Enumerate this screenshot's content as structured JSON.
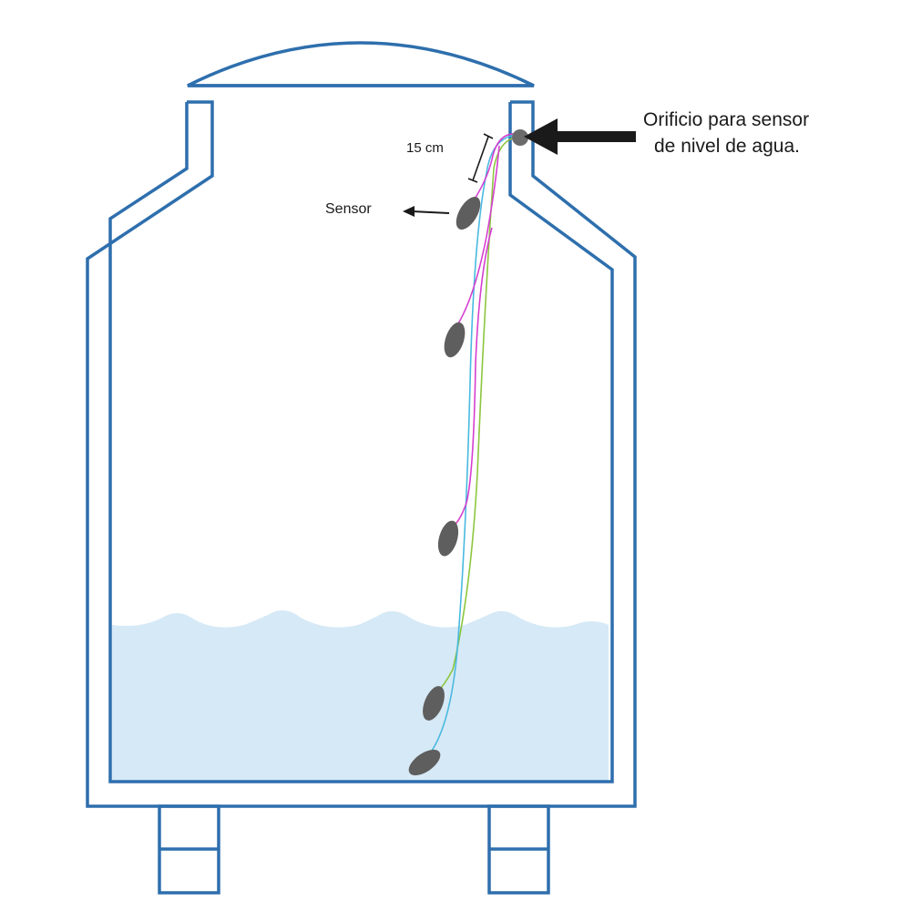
{
  "labels": {
    "hole_line1": "Orificio para sensor",
    "hole_line2": "de nivel de agua.",
    "distance": "15 cm",
    "sensor": "Sensor"
  },
  "colors": {
    "tank_outline": "#2e6fad",
    "water": "#d6e9f6",
    "wire_magenta": "#d63fd0",
    "wire_cyan": "#49b9e0",
    "wire_green": "#8cc63f",
    "float": "#5e5e5e",
    "arrow": "#1a1a1a"
  },
  "icons": {
    "hole_pointer": "arrow-left-thick-icon",
    "sensor_pointer": "arrow-left-icon",
    "distance_marker": "dimension-bracket-icon",
    "float_sensor": "float-switch-icon"
  }
}
